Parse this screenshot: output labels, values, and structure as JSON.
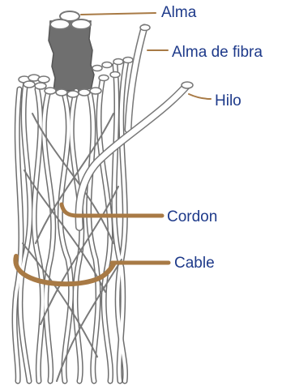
{
  "labels": {
    "alma": "Alma",
    "alma_fibra": "Alma de fibra",
    "hilo": "Hilo",
    "cordon": "Cordon",
    "cable": "Cable"
  },
  "colors": {
    "label_text": "#1e3a8a",
    "leader": "#a87a45",
    "wire_outline": "#6e6e6e",
    "wire_fill": "#ffffff",
    "core_fill": "#6f6f6f"
  }
}
